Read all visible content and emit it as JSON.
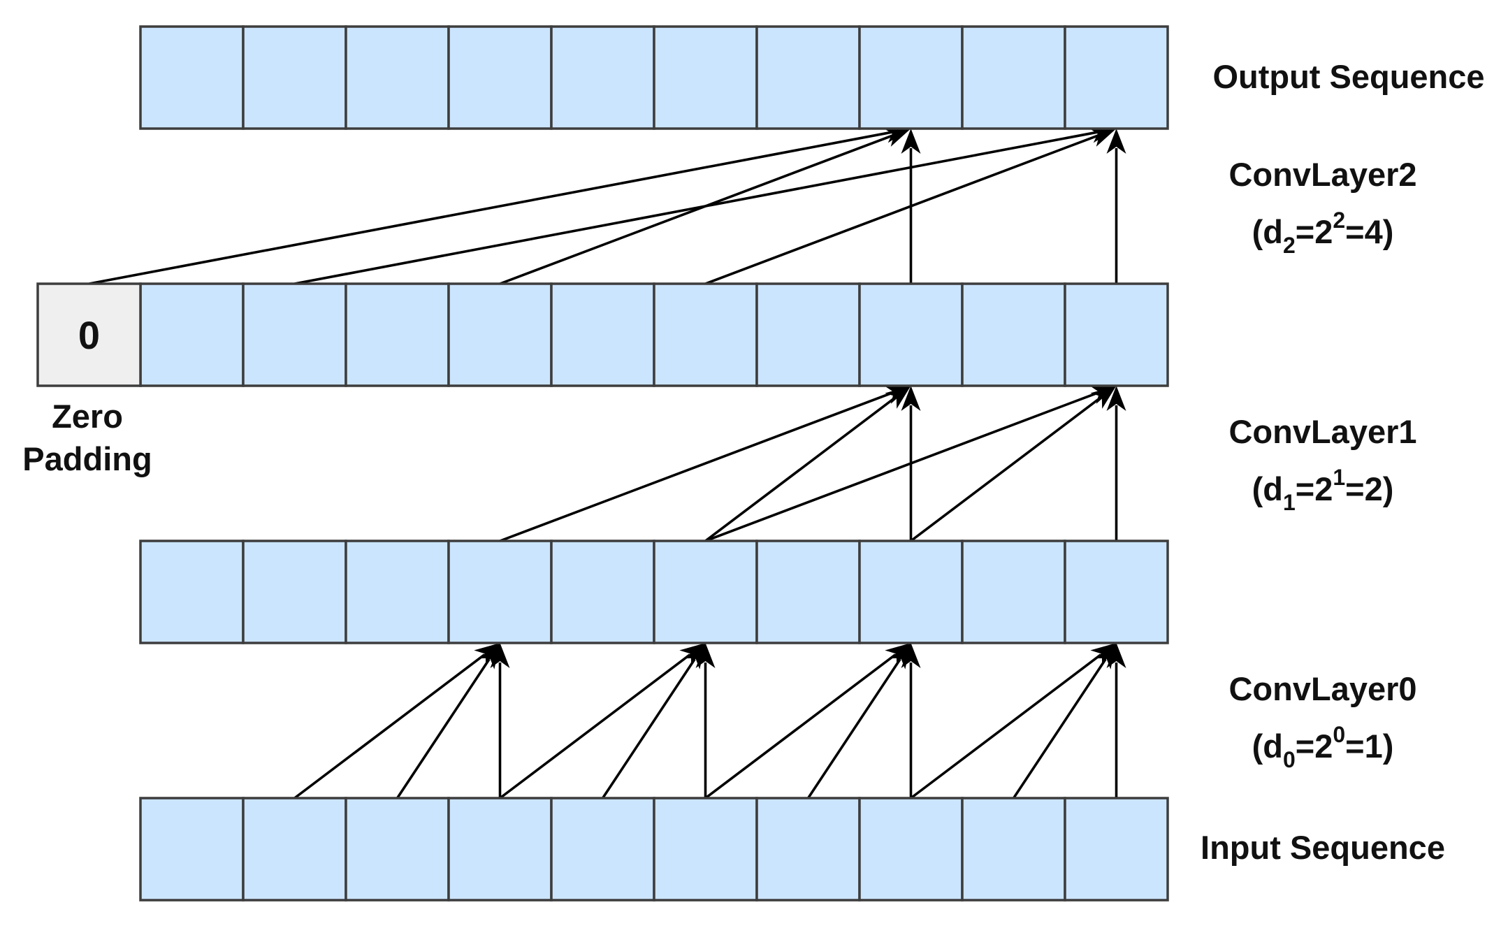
{
  "layers": [
    {
      "name": "output-sequence",
      "cells": 10
    },
    {
      "name": "hidden-layer-2",
      "cells": 10
    },
    {
      "name": "hidden-layer-1",
      "cells": 10
    },
    {
      "name": "input-sequence",
      "cells": 10
    }
  ],
  "padding": {
    "value": "0",
    "label_line1": "Zero",
    "label_line2": "Padding"
  },
  "labels": {
    "output": "Output Sequence",
    "input": "Input Sequence"
  },
  "conv_layers": [
    {
      "name": "ConvLayer2",
      "d": "d",
      "d_sub": "2",
      "eq1": "=2",
      "exp": "2",
      "eq2": "=4",
      "open": "(",
      "close": ")"
    },
    {
      "name": "ConvLayer1",
      "d": "d",
      "d_sub": "1",
      "eq1": "=2",
      "exp": "1",
      "eq2": "=2",
      "open": "(",
      "close": ")"
    },
    {
      "name": "ConvLayer0",
      "d": "d",
      "d_sub": "0",
      "eq1": "=2",
      "exp": "0",
      "eq2": "=1",
      "open": "(",
      "close": ")"
    }
  ],
  "connections": {
    "conv0": {
      "from_layer": 3,
      "to_layer": 2,
      "targets": [
        3,
        5,
        7,
        9
      ],
      "offsets": [
        0,
        -1,
        -2
      ]
    },
    "conv1": {
      "from_layer": 2,
      "to_layer": 1,
      "targets": [
        7,
        9
      ],
      "offsets": [
        0,
        -2,
        -4
      ]
    },
    "conv2": {
      "from_layer": 1,
      "to_layer": 0,
      "targets": [
        7,
        9
      ],
      "offsets": [
        0,
        -4,
        -8
      ]
    }
  },
  "colors": {
    "cell_fill": "#cce5ff",
    "padding_fill": "#efefef",
    "stroke": "#3d3d3d",
    "arrow": "#000000"
  }
}
